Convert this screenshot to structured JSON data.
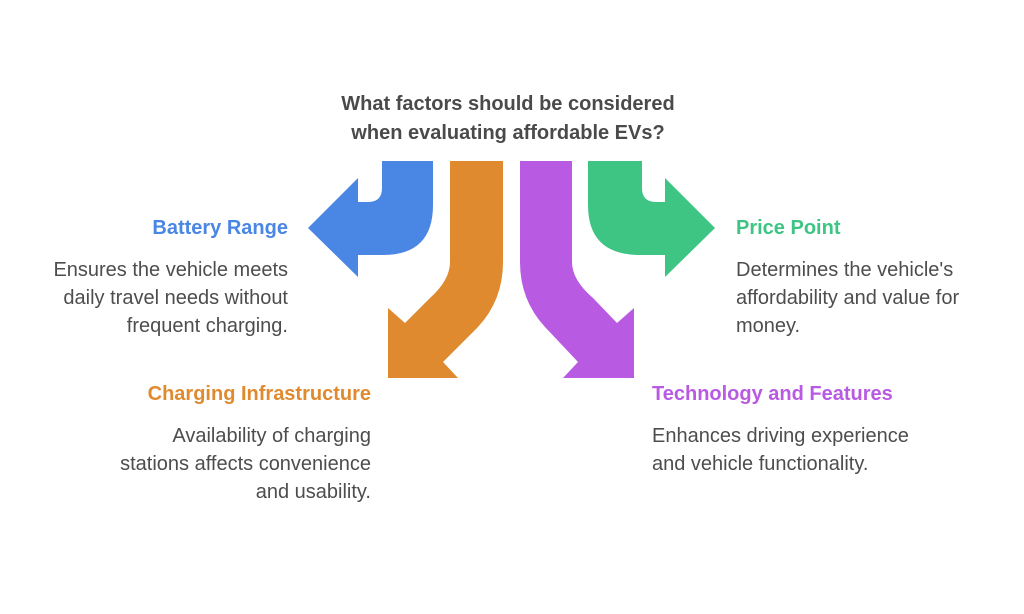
{
  "heading": {
    "lines": [
      "What factors should be considered",
      "when evaluating affordable EVs?"
    ]
  },
  "colors": {
    "blue": "#4a86e4",
    "orange": "#e08a30",
    "purple": "#b95ae3",
    "green": "#3ec584",
    "heading_text": "#4a4a4a",
    "body_text": "#4d4d4d"
  },
  "factors": {
    "battery": {
      "title": "Battery Range",
      "desc": [
        "Ensures the vehicle meets",
        "daily travel needs without",
        "frequent charging."
      ],
      "icon": "arrow-curve-left-icon"
    },
    "price": {
      "title": "Price Point",
      "desc": [
        "Determines the vehicle's",
        "affordability and value for",
        "money."
      ],
      "icon": "arrow-curve-right-icon"
    },
    "charging": {
      "title": "Charging Infrastructure",
      "desc": [
        "Availability of charging",
        "stations affects convenience",
        "and usability."
      ],
      "icon": "arrow-down-left-icon"
    },
    "tech": {
      "title": "Technology and Features",
      "desc": [
        "Enhances driving experience",
        "and vehicle functionality."
      ],
      "icon": "arrow-down-right-icon"
    }
  }
}
